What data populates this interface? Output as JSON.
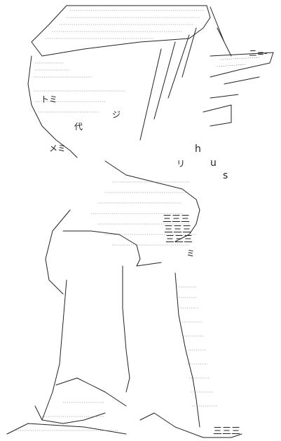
{
  "image": {
    "kind": "ascii-art",
    "colors": {
      "background": "#ffffff",
      "ink": "#222222",
      "dots": "#777777"
    },
    "visible_text": {
      "letter_h": "h",
      "letter_u": "u",
      "letter_s": "s",
      "katakana_ko": "ニ",
      "katakana_ni_ni_eq": "ニ=-",
      "tomi": "トミ",
      "kanji_fragment": "代",
      "ji": "ジ",
      "mesi": "メミ",
      "mi": "ミ",
      "ri": "リ",
      "three_eq_1": "三三三",
      "three_eq_2": "三三三",
      "three_eq_3": "三三三",
      "three_eq_bottom": "三三三"
    }
  }
}
